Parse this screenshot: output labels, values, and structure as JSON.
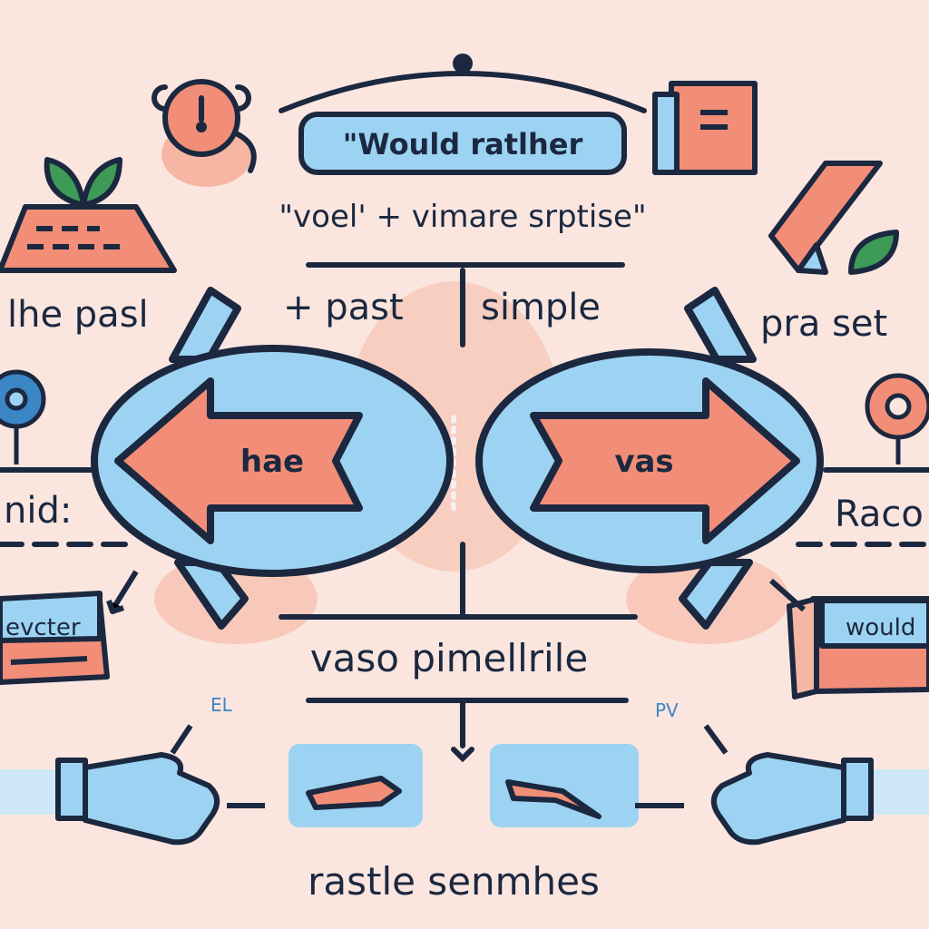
{
  "title_box": "\"Would ratlher",
  "subtitle": "\"voel' + vimare srptise\"",
  "left_label": "lhe pasl",
  "center_left_label": "+ past",
  "center_right_label": "simple",
  "right_label": "pra set",
  "left_arrow_text": "hae",
  "right_arrow_text": "vas",
  "mid_left_text": "nid:",
  "mid_right_text": "Raco",
  "left_book_text": "evcter",
  "right_book_text": "would",
  "center_phrase": "vaso pimellrile",
  "small_left_scribble": "EL",
  "small_right_scribble": "PV",
  "bottom_phrase": "rastle senmhes",
  "colors": {
    "background": "#fbe6df",
    "blue": "#9dd3f2",
    "coral": "#f28e78",
    "navy": "#1b2840",
    "green": "#3e9a57"
  }
}
